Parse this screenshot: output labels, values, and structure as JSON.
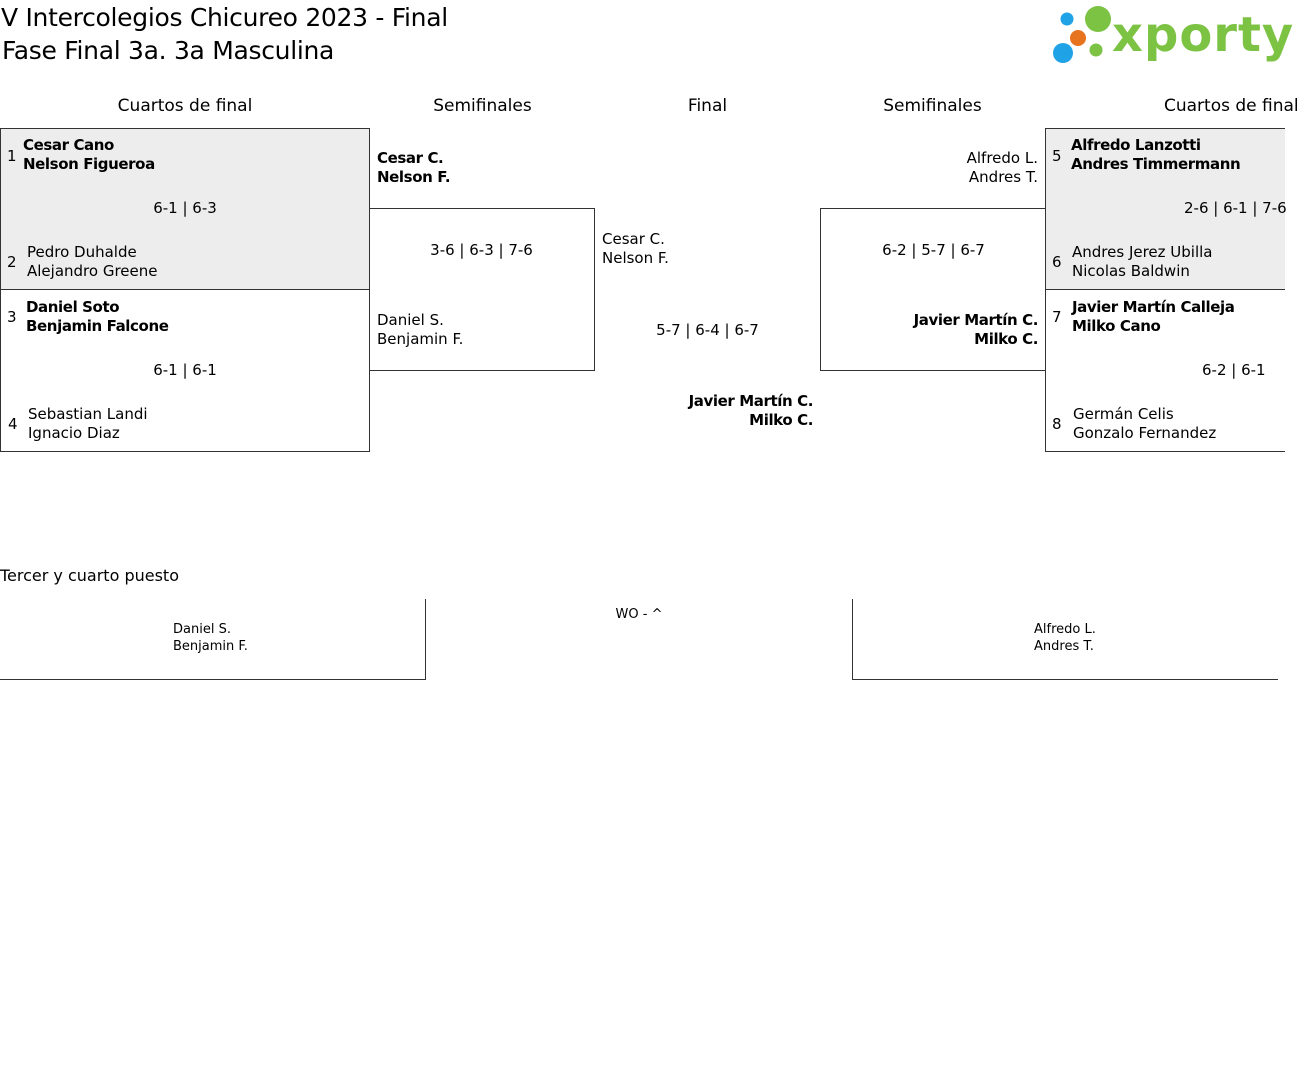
{
  "header": {
    "title_line1": "V Intercolegios Chicureo 2023 - Final",
    "title_line2": "Fase Final 3a. 3a Masculina",
    "logo_text": "xporty",
    "logo_colors": {
      "green": "#7cc243",
      "blue": "#1fa3e6",
      "orange": "#e8731e"
    }
  },
  "rounds": {
    "qf_left": "Cuartos de final",
    "sf_left": "Semifinales",
    "final": "Final",
    "sf_right": "Semifinales",
    "qf_right": "Cuartos de final"
  },
  "qf": {
    "m1": {
      "seed_a": "1",
      "a1": "Cesar Cano",
      "a2": "Nelson Figueroa",
      "score": "6-1 | 6-3",
      "seed_b": "2",
      "b1": "Pedro Duhalde",
      "b2": "Alejandro Greene"
    },
    "m2": {
      "seed_a": "3",
      "a1": "Daniel Soto",
      "a2": "Benjamin Falcone",
      "score": "6-1 | 6-1",
      "seed_b": "4",
      "b1": "Sebastian Landi",
      "b2": "Ignacio Diaz"
    },
    "m3": {
      "seed_a": "5",
      "a1": "Alfredo Lanzotti",
      "a2": "Andres Timmermann",
      "score": "2-6 | 6-1 | 7-6",
      "seed_b": "6",
      "b1": "Andres Jerez Ubilla",
      "b2": "Nicolas Baldwin"
    },
    "m4": {
      "seed_a": "7",
      "a1": "Javier Martín Calleja",
      "a2": "Milko Cano",
      "score": "6-2 | 6-1",
      "seed_b": "8",
      "b1": "Germán Celis",
      "b2": "Gonzalo Fernandez"
    }
  },
  "sf": {
    "left": {
      "a1": "Cesar C.",
      "a2": "Nelson F.",
      "score": "3-6 | 6-3 | 7-6",
      "b1": "Daniel S.",
      "b2": "Benjamin F."
    },
    "right": {
      "a1": "Alfredo L.",
      "a2": "Andres T.",
      "score": "6-2 | 5-7 | 6-7",
      "b1": "Javier Martín C.",
      "b2": "Milko C."
    }
  },
  "final_match": {
    "a1": "Cesar C.",
    "a2": "Nelson F.",
    "score": "5-7 | 6-4 | 6-7",
    "b1": "Javier Martín C.",
    "b2": "Milko C."
  },
  "third_place": {
    "title": "Tercer y cuarto puesto",
    "a1": "Daniel S.",
    "a2": "Benjamin F.",
    "score": "WO - ^",
    "b1": "Alfredo L.",
    "b2": "Andres T."
  }
}
